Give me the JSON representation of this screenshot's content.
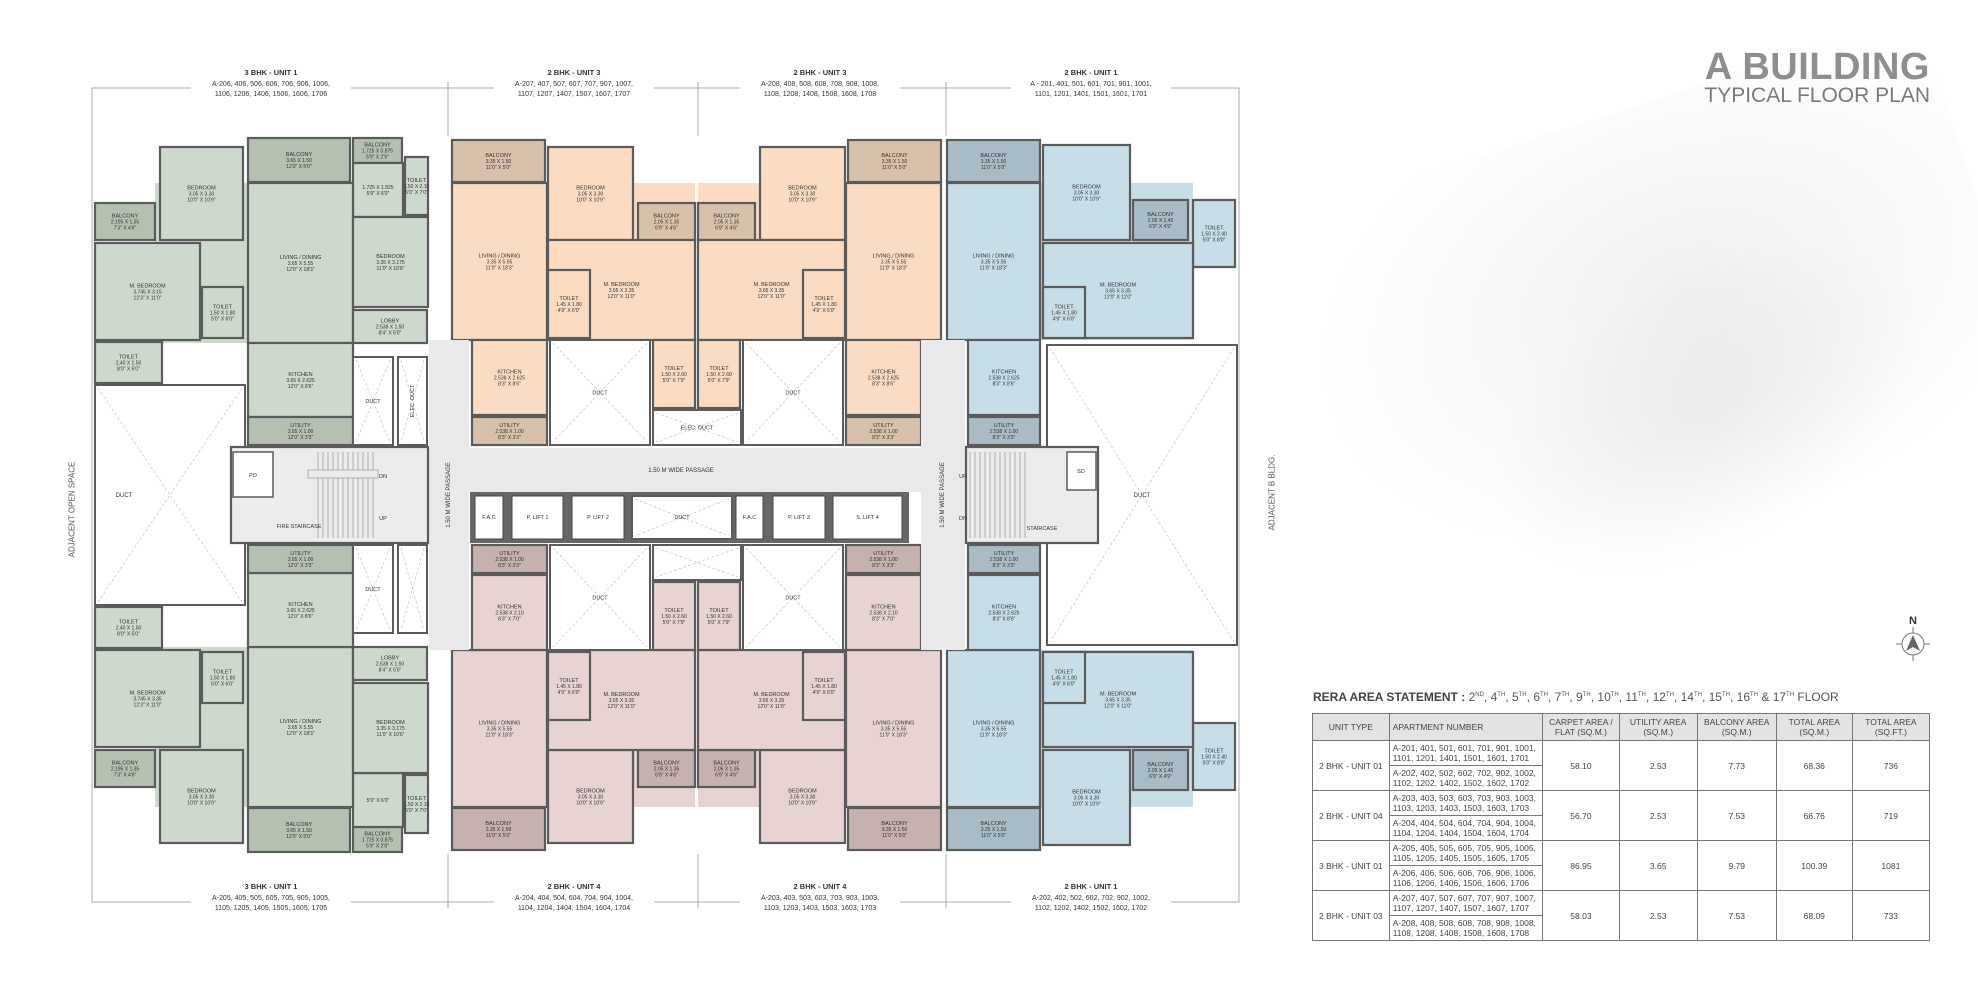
{
  "title": {
    "main": "A BUILDING",
    "sub": "TYPICAL FLOOR PLAN"
  },
  "side_labels": {
    "left": "ADJACENT OPEN SPACE",
    "right": "ADJACENT B BLDG."
  },
  "compass": {
    "label": "N"
  },
  "unit_headers_top": [
    {
      "title": "3 BHK - UNIT 1",
      "line1": "A-206, 406, 506, 606, 706, 906, 1006,",
      "line2": "1106, 1206, 1406, 1506, 1606, 1706"
    },
    {
      "title": "2 BHK - UNIT 3",
      "line1": "A-207, 407, 507, 607, 707, 907, 1007,",
      "line2": "1107, 1207, 1407, 1507, 1607, 1707"
    },
    {
      "title": "2 BHK - UNIT 3",
      "line1": "A-208, 408, 508, 608, 708, 908, 1008,",
      "line2": "1108, 1208, 1408, 1508, 1608, 1708"
    },
    {
      "title": "2 BHK - UNIT 1",
      "line1": "A - 201, 401, 501, 601, 701, 901, 1001,",
      "line2": "1101, 1201, 1401, 1501, 1601, 1701"
    }
  ],
  "unit_headers_bottom": [
    {
      "title": "3 BHK - UNIT 1",
      "line1": "A-205, 405, 505, 605, 705, 905, 1005,",
      "line2": "1105, 1205, 1405, 1505, 1605, 1705"
    },
    {
      "title": "2 BHK - UNIT 4",
      "line1": "A-204, 404, 504, 604, 704, 904, 1004,",
      "line2": "1104, 1204, 1404, 1504, 1604, 1704"
    },
    {
      "title": "2 BHK - UNIT 4",
      "line1": "A-203, 403, 503, 603, 703, 903, 1003,",
      "line2": "1103, 1203, 1403, 1503, 1603, 1703"
    },
    {
      "title": "2 BHK - UNIT 1",
      "line1": "A-202, 402, 502, 602, 702, 902, 1002,",
      "line2": "1102, 1202, 1402, 1502, 1602, 1702"
    }
  ],
  "colors": {
    "top": [
      [
        "#cdd9cc",
        "#b5c0b1"
      ],
      [
        "#fbdcc2",
        "#d8c1ab"
      ],
      [
        "#fbdcc2",
        "#d8c1ab"
      ],
      [
        "#c7dde8",
        "#a9bcc6"
      ]
    ],
    "bottom": [
      [
        "#cdd9cc",
        "#b5c0b1"
      ],
      [
        "#e6d3d2",
        "#c5b1ae"
      ],
      [
        "#e6d3d2",
        "#c5b1ae"
      ],
      [
        "#c7dde8",
        "#a9bcc6"
      ]
    ],
    "wall": "#5b5b5b",
    "passage": "#e9e9eb"
  },
  "plan": {
    "top_rooms": [
      [
        "BALCONY",
        "3.65 X 1.50",
        "12'0\" X 5'0\""
      ],
      [
        "BALCONY",
        "1.725 X 0.875",
        "5'9\" X 2'9\""
      ],
      [
        "",
        "1.725 X 1.825",
        "5'9\" X 6'0\""
      ],
      [
        "TOILET",
        "1.50 X 2.10",
        "5'0\" X 7'0\""
      ],
      [
        "BEDROOM",
        "3.05 X 3.30",
        "10'0\" X 10'9\""
      ],
      [
        "BALCONY",
        "2.195 X 1.35",
        "7'3\" X 4'6\""
      ],
      [
        "M. BEDROOM",
        "3.745 X 3.15",
        "12'3\" X 11'0\""
      ],
      [
        "LIVING / DINING",
        "3.65 X 5.55",
        "12'0\" X 18'3\""
      ],
      [
        "BEDROOM",
        "3.35 X 3.175",
        "11'0\" X 10'6\""
      ],
      [
        "TOILET",
        "1.50 X 1.80",
        "5'0\" X 6'0\""
      ],
      [
        "TOILET",
        "2.40 X 1.50",
        "8'0\" X 5'0\""
      ],
      [
        "LOBBY",
        "2.538 X 1.50",
        "8'4\" X 5'0\""
      ],
      [
        "KITCHEN",
        "3.65 X 2.625",
        "12'0\" X 8'6\""
      ],
      [
        "UTILITY",
        "3.65 X 1.00",
        "12'0\" X 3'3\""
      ],
      [
        "DUCT",
        "",
        ""
      ],
      [
        "ELEC. DUCT",
        "",
        ""
      ],
      [
        "BALCONY",
        "3.35 X 1.50",
        "11'0\" X 5'0\""
      ],
      [
        "LIVING / DINING",
        "3.35 X 5.55",
        "11'0\" X 18'3\""
      ],
      [
        "BEDROOM",
        "3.05 X 3.30",
        "10'0\" X 10'9\""
      ],
      [
        "BALCONY",
        "2.05 X 1.35",
        "6'9\" X 4'6\""
      ],
      [
        "M. BEDROOM",
        "3.65 X 3.35",
        "12'0\" X 11'0\""
      ],
      [
        "TOILET",
        "1.45 X 1.80",
        "4'9\" X 6'0\""
      ],
      [
        "KITCHEN",
        "2.538 X 2.625",
        "8'3\" X 8'6\""
      ],
      [
        "UTILITY",
        "2.538 X 1.00",
        "8'3\" X 3'3\""
      ],
      [
        "DUCT",
        "",
        ""
      ],
      [
        "TOILET",
        "1.50 X 2.60",
        "5'0\" X 7'9\""
      ],
      [
        "ELEC. DUCT",
        "",
        ""
      ],
      [
        "BALCONY",
        "3.35 X 1.50",
        "11'0\" X 5'0\""
      ],
      [
        "LIVING / DINING",
        "3.35 X 5.55",
        "11'0\" X 18'3\""
      ],
      [
        "BEDROOM",
        "3.05 X 3.30",
        "10'0\" X 10'9\""
      ],
      [
        "BALCONY",
        "2.05 X 1.35",
        "6'9\" X 4'6\""
      ],
      [
        "M. BEDROOM",
        "3.65 X 3.35",
        "12'0\" X 11'0\""
      ],
      [
        "TOILET",
        "1.45 X 1.80",
        "4'9\" X 6'0\""
      ],
      [
        "KITCHEN",
        "2.538 X 2.625",
        "8'3\" X 8'6\""
      ],
      [
        "UTILITY",
        "2.538 X 1.00",
        "8'3\" X 3'3\""
      ],
      [
        "DUCT",
        "",
        ""
      ],
      [
        "TOILET",
        "1.50 X 2.60",
        "5'0\" X 7'9\""
      ],
      [
        "BALCONY",
        "3.35 X 1.50",
        "11'0\" X 5'0\""
      ],
      [
        "LIVING / DINING",
        "3.35 X 5.55",
        "11'0\" X 18'3\""
      ],
      [
        "BEDROOM",
        "3.05 X 3.30",
        "10'0\" X 10'9\""
      ],
      [
        "BALCONY",
        "2.05 X 1.45",
        "6'9\" X 4'9\""
      ],
      [
        "TOILET",
        "1.50 X 2.40",
        "5'0\" X 8'0\""
      ],
      [
        "M. BEDROOM",
        "3.65 X 3.35",
        "12'0\" X 11'0\""
      ],
      [
        "TOILET",
        "1.45 X 1.80",
        "4'9\" X 6'0\""
      ],
      [
        "KITCHEN",
        "2.538 X 2.625",
        "8'3\" X 8'6\""
      ],
      [
        "UTILITY",
        "2.538 X 1.00",
        "8'3\" X 3'3\""
      ]
    ],
    "bottom_rooms": [
      [
        "BALCONY",
        "3.65 X 1.50",
        "12'0\" X 5'0\""
      ],
      [
        "BALCONY",
        "1.725 X 0.875",
        "5'9\" X 2'9\""
      ],
      [
        "",
        "",
        "5'9\" X 6'0\""
      ],
      [
        "TOILET",
        "1.50 X 2.10",
        "5'0\" X 7'0\""
      ],
      [
        "BEDROOM",
        "3.05 X 3.30",
        "10'0\" X 10'9\""
      ],
      [
        "BALCONY",
        "2.195 X 1.35",
        "7'3\" X 4'6\""
      ],
      [
        "M. BEDROOM",
        "3.745 X 3.35",
        "12'3\" X 11'0\""
      ],
      [
        "LIVING / DINING",
        "3.65 X 5.55",
        "12'0\" X 18'3\""
      ],
      [
        "BEDROOM",
        "3.35 X 3.175",
        "11'0\" X 10'6\""
      ],
      [
        "TOILET",
        "1.50 X 1.80",
        "5'0\" X 6'0\""
      ],
      [
        "TOILET",
        "2.40 X 1.50",
        "8'0\" X 5'0\""
      ],
      [
        "LOBBY",
        "2.538 X 1.50",
        "8'4\" X 5'0\""
      ],
      [
        "KITCHEN",
        "3.65 X 2.625",
        "12'0\" X 8'6\""
      ],
      [
        "UTILITY",
        "3.65 X 1.00",
        "12'0\" X 3'3\""
      ],
      [
        "DUCT",
        "",
        ""
      ],
      [
        "",
        "",
        ""
      ],
      [
        "BALCONY",
        "3.35 X 1.50",
        "11'0\" X 5'0\""
      ],
      [
        "LIVING / DINING",
        "3.35 X 5.55",
        "11'0\" X 18'3\""
      ],
      [
        "BEDROOM",
        "3.05 X 3.30",
        "10'0\" X 10'9\""
      ],
      [
        "BALCONY",
        "2.05 X 1.35",
        "6'9\" X 4'6\""
      ],
      [
        "M. BEDROOM",
        "3.65 X 3.35",
        "12'0\" X 11'0\""
      ],
      [
        "TOILET",
        "1.45 X 1.80",
        "4'9\" X 6'0\""
      ],
      [
        "KITCHEN",
        "2.538 X 2.10",
        "8'3\" X 7'0\""
      ],
      [
        "UTILITY",
        "2.538 X 1.00",
        "8'3\" X 3'3\""
      ],
      [
        "DUCT",
        "",
        ""
      ],
      [
        "TOILET",
        "1.50 X 2.60",
        "5'0\" X 7'9\""
      ],
      [
        "",
        "",
        ""
      ],
      [
        "BALCONY",
        "3.35 X 1.50",
        "11'0\" X 5'0\""
      ],
      [
        "LIVING / DINING",
        "3.35 X 5.55",
        "11'0\" X 18'3\""
      ],
      [
        "BEDROOM",
        "3.05 X 3.30",
        "10'0\" X 10'9\""
      ],
      [
        "BALCONY",
        "2.05 X 1.35",
        "6'9\" X 4'6\""
      ],
      [
        "M. BEDROOM",
        "3.65 X 3.35",
        "12'0\" X 11'0\""
      ],
      [
        "TOILET",
        "1.45 X 1.80",
        "4'9\" X 6'0\""
      ],
      [
        "KITCHEN",
        "2.538 X 2.10",
        "8'3\" X 7'0\""
      ],
      [
        "UTILITY",
        "2.538 X 1.00",
        "8'3\" X 3'3\""
      ],
      [
        "DUCT",
        "",
        ""
      ],
      [
        "TOILET",
        "1.50 X 2.60",
        "5'0\" X 7'9\""
      ],
      [
        "BALCONY",
        "3.35 X 1.50",
        "11'0\" X 5'0\""
      ],
      [
        "LIVING / DINING",
        "3.35 X 5.55",
        "11'0\" X 18'3\""
      ],
      [
        "BEDROOM",
        "3.05 X 3.30",
        "10'0\" X 10'9\""
      ],
      [
        "BALCONY",
        "2.05 X 1.45",
        "6'9\" X 4'9\""
      ],
      [
        "TOILET",
        "1.50 X 2.40",
        "5'0\" X 8'0\""
      ],
      [
        "M. BEDROOM",
        "3.65 X 3.35",
        "12'0\" X 11'0\""
      ],
      [
        "TOILET",
        "1.45 X 1.80",
        "4'9\" X 6'0\""
      ],
      [
        "KITCHEN",
        "2.538 X 2.625",
        "8'3\" X 8'6\""
      ],
      [
        "UTILITY",
        "2.538 X 1.00",
        "8'3\" X 3'3\""
      ]
    ],
    "core": {
      "passage_h": "1.50 M WIDE PASSAGE",
      "passage_v_left": "1.50 M WIDE PASSAGE",
      "passage_v_right": "1.50 M WIDE PASSAGE",
      "fire_staircase": "FIRE STAIRCASE",
      "staircase": "STAIRCASE",
      "pd": "PD",
      "sd": "SD",
      "dn": "DN",
      "up": "UP",
      "lifts": [
        "F.A.C",
        "P. LIFT 1",
        "P. LIFT 2",
        "DUCT",
        "F.A.C",
        "P. LIFT 3",
        "S. LIFT 4"
      ],
      "void_left": "DUCT",
      "void_right": "DUCT"
    }
  },
  "rera": {
    "heading": "RERA AREA STATEMENT :",
    "floors": [
      [
        "2",
        "ND"
      ],
      [
        "4",
        "TH"
      ],
      [
        "5",
        "TH"
      ],
      [
        "6",
        "TH"
      ],
      [
        "7",
        "TH"
      ],
      [
        "9",
        "TH"
      ],
      [
        "10",
        "TH"
      ],
      [
        "11",
        "TH"
      ],
      [
        "12",
        "TH"
      ],
      [
        "14",
        "TH"
      ],
      [
        "15",
        "TH"
      ],
      [
        "16",
        "TH"
      ],
      [
        "17",
        "TH"
      ]
    ],
    "floors_joiner": "&",
    "floors_suffix": "FLOOR",
    "columns": [
      "UNIT TYPE",
      "APARTMENT NUMBER",
      "CARPET AREA / FLAT (SQ.M.)",
      "UTILITY AREA (SQ.M.)",
      "BALCONY AREA (SQ.M.)",
      "TOTAL AREA (SQ.M.)",
      "TOTAL AREA (SQ.FT.)"
    ],
    "rows": [
      {
        "unit": "2 BHK - UNIT 01",
        "apartments": [
          "A-201, 401, 501, 601, 701, 901, 1001, 1101, 1201, 1401, 1501, 1601, 1701",
          "A-202, 402, 502, 602, 702, 902, 1002, 1102, 1202, 1402, 1502, 1602, 1702"
        ],
        "carpet": "58.10",
        "utility": "2.53",
        "balcony": "7.73",
        "total_sqm": "68.36",
        "total_sqft": "736"
      },
      {
        "unit": "2 BHK - UNIT 04",
        "apartments": [
          "A-203, 403, 503, 603, 703, 903, 1003, 1103, 1203, 1403, 1503, 1603, 1703",
          "A-204, 404, 504, 604, 704, 904, 1004, 1104, 1204, 1404, 1504, 1604, 1704"
        ],
        "carpet": "56.70",
        "utility": "2.53",
        "balcony": "7.53",
        "total_sqm": "66.76",
        "total_sqft": "719"
      },
      {
        "unit": "3 BHK - UNIT 01",
        "apartments": [
          "A-205, 405, 505, 605, 705, 905, 1005, 1105, 1205, 1405, 1505, 1605, 1705",
          "A-206, 406, 506, 606, 706, 906, 1006, 1106, 1206, 1406, 1506, 1606, 1706"
        ],
        "carpet": "86.95",
        "utility": "3.65",
        "balcony": "9.79",
        "total_sqm": "100.39",
        "total_sqft": "1081"
      },
      {
        "unit": "2 BHK - UNIT 03",
        "apartments": [
          "A-207, 407, 507, 607, 707, 907, 1007, 1107, 1207, 1407, 1507, 1607, 1707",
          "A-208, 408, 508, 608, 708, 908, 1008, 1108, 1208, 1408, 1508, 1608, 1708"
        ],
        "carpet": "58.03",
        "utility": "2.53",
        "balcony": "7.53",
        "total_sqm": "68.09",
        "total_sqft": "733"
      }
    ]
  }
}
